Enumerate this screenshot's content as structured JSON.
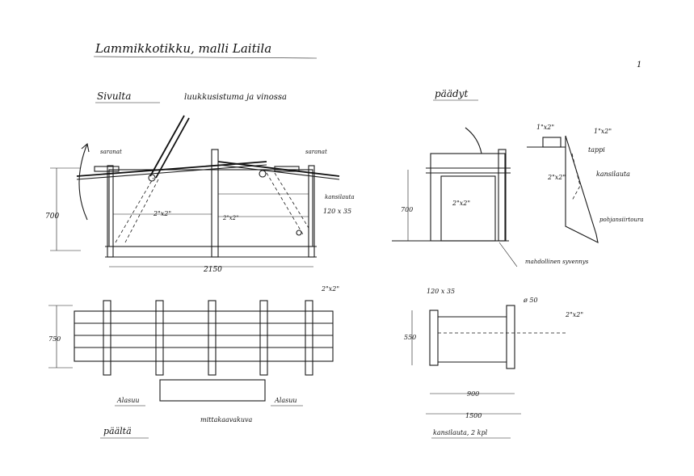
{
  "title": "Lammikkotikku, malli Laitila",
  "page_number": "1",
  "side_view": {
    "heading": "Sivulta",
    "subheading": "luukkusistuma ja vinossa",
    "label_left_plank": "saranat",
    "label_right_plank": "saranat",
    "dim_height": "700",
    "dim_length": "2150",
    "label_brace": "2\"x2\"",
    "label_spacer": "2\"x2\"",
    "label_plank": "kansilauta",
    "label_plank_size": "120 x 35"
  },
  "end_view": {
    "heading": "päädyt",
    "dim_height": "700",
    "label_inner": "2\"x2\"",
    "label_top_a": "1\"x2\"",
    "label_top_b": "1\"x2\"",
    "label_stopper": "tappi",
    "label_post": "2\"x2\"",
    "label_board": "kansilauta",
    "label_ground": "pohjansiirtoura",
    "label_bottom": "mahdollinen syvennys"
  },
  "top_view": {
    "heading": "päältä",
    "dim_width": "750",
    "label_corner": "2\"x2\"",
    "label_left": "Alasuu",
    "label_right": "Alasuu",
    "label_bottom": "mittakaavakuva"
  },
  "detail_view": {
    "label_board": "120 x 35",
    "label_pipe": "ø 50",
    "label_rod": "2\"x2\"",
    "dim_height": "550",
    "dim_inner": "900",
    "dim_total": "1500",
    "caption": "kansilauta, 2 kpl"
  }
}
